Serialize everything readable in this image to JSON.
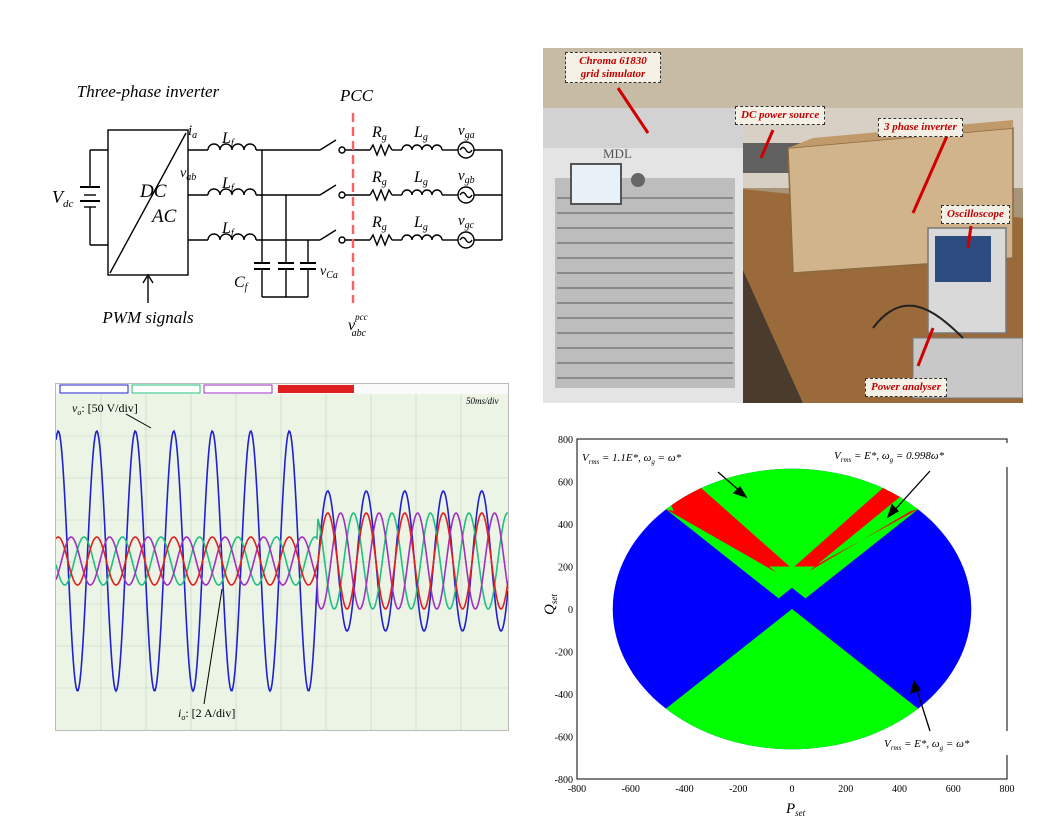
{
  "circuit": {
    "inverter_title": "Three-phase inverter",
    "inverter_label_top": "DC",
    "inverter_label_bottom": "AC",
    "pwm_label": "PWM signals",
    "pcc_label": "PCC",
    "vdc_label": "V",
    "vdc_sub": "dc",
    "ia_label": "i",
    "ia_sub": "a",
    "vab_label": "v",
    "vab_sub": "ab",
    "lf_label": "L",
    "lf_sub": "f",
    "cf_label": "C",
    "cf_sub": "f",
    "vca_label": "v",
    "vca_sub": "Ca",
    "rg_label": "R",
    "rg_sub": "g",
    "lg_label": "L",
    "lg_sub": "g",
    "vga_label": "v",
    "vga_sub": "ga",
    "vgb_label": "v",
    "vgb_sub": "gb",
    "vgc_label": "v",
    "vgc_sub": "gc",
    "vpcc_label": "v",
    "vpcc_sup": "pcc",
    "vpcc_sub": "abc"
  },
  "photo": {
    "grid_sim_callout": "Chroma 61830 grid simulator",
    "dc_source_callout": "DC power source",
    "inverter_callout": "3 phase inverter",
    "scope_callout": "Oscilloscope",
    "analyser_callout": "Power analyser",
    "brand_text": "MDL"
  },
  "scope": {
    "time_div": "50ms/div",
    "voltage_annotation": "v",
    "voltage_sub": "o",
    "voltage_scale": ": [50 V/div]",
    "current_annotation": "i",
    "current_sub": "o",
    "current_scale": ": [2 A/div]",
    "channel_colors": [
      "#2020d0",
      "#20c080",
      "#a030c0",
      "#e02020"
    ]
  },
  "chart_data": {
    "type": "scatter",
    "xlabel": "P",
    "xlabel_sub": "set",
    "ylabel": "Q",
    "ylabel_sub": "set",
    "xlim": [
      -800,
      800
    ],
    "ylim": [
      -800,
      800
    ],
    "x_ticks": [
      "-800",
      "-600",
      "-400",
      "-200",
      "0",
      "200",
      "400",
      "600",
      "800"
    ],
    "y_ticks": [
      "800",
      "600",
      "400",
      "200",
      "0",
      "-200",
      "-400",
      "-600",
      "-800"
    ],
    "radius_x": 667,
    "radius_y": 660,
    "region_colors": {
      "green": "#00ff00",
      "blue": "#0000ff",
      "red": "#ff0000"
    },
    "annotations": [
      {
        "text": "V",
        "sub": "rms",
        "rest": " = 1.1E*, ω",
        "sub2": "g",
        "tail": " = ω*"
      },
      {
        "text": "V",
        "sub": "rms",
        "rest": " = E*, ω",
        "sub2": "g",
        "tail": " = 0.998ω*"
      },
      {
        "text": "V",
        "sub": "rms",
        "rest": " = E*, ω",
        "sub2": "g",
        "tail": " = ω*"
      }
    ]
  }
}
